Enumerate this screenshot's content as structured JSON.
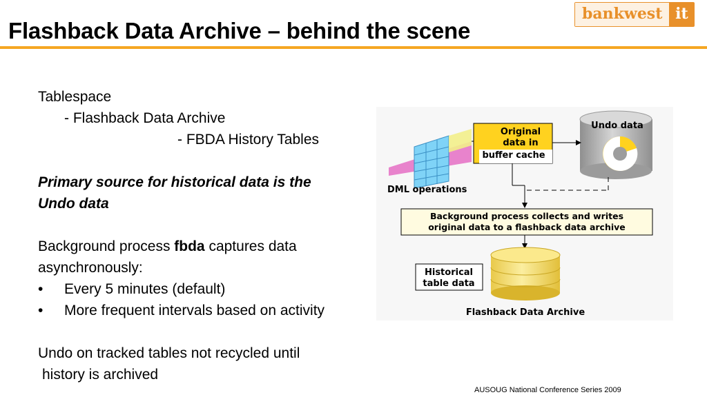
{
  "header": {
    "title": "Flashback Data Archive – behind the scene",
    "logo": {
      "brand": "bankwest",
      "suffix": "it"
    },
    "accent_color": "#f5a623"
  },
  "content": {
    "tablespace": "Tablespace",
    "fda": "- Flashback Data Archive",
    "history_tables": "- FBDA History Tables",
    "primary_source_line1": "Primary source for historical data is the",
    "primary_source_line2": "Undo data",
    "background_prefix": "Background process ",
    "background_bold": "fbda",
    "background_suffix": " captures data",
    "background_line2": "asynchronously:",
    "bullets": [
      {
        "marker": "•",
        "text": "Every 5 minutes (default)"
      },
      {
        "marker": "•",
        "text": "More frequent intervals based on activity"
      }
    ],
    "undo_line1": "Undo on tracked tables not recycled until",
    "undo_line2": "history is archived"
  },
  "diagram": {
    "original_data": [
      "Original",
      "data in",
      "buffer cache"
    ],
    "undo_data": "Undo data",
    "dml_operations": "DML operations",
    "background_process": [
      "Background process collects and writes",
      "original data to a flashback data archive"
    ],
    "historical": [
      "Historical",
      "table data"
    ],
    "flashback_archive": "Flashback Data Archive",
    "colors": {
      "yellow": "#ffd21f",
      "box_fill": "#fffbe0",
      "cyl_yellow": "#f9e27a",
      "grey": "#b9b9b9"
    }
  },
  "footer": {
    "text": "AUSOUG National Conference Series 2009"
  }
}
